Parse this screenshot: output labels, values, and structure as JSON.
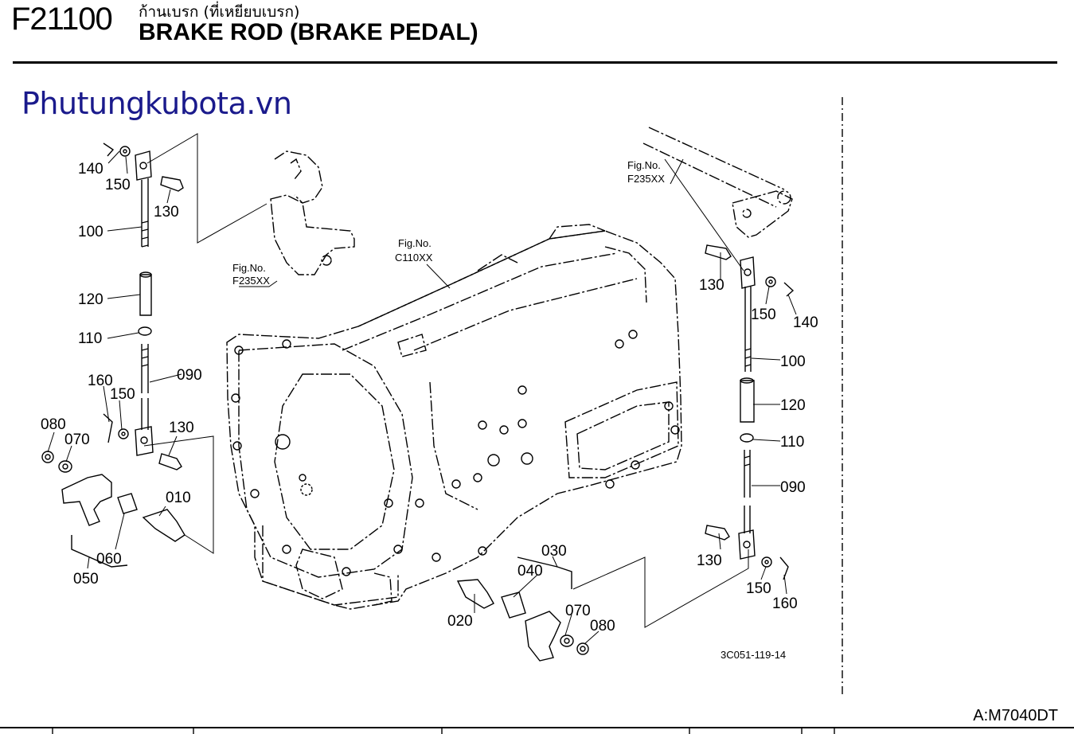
{
  "header": {
    "code": "F21100",
    "thai_title": "ก้านเบรก (ที่เหยียบเบรก)",
    "title": "BRAKE ROD (BRAKE PEDAL)"
  },
  "watermark": "Phutungkubota.vn",
  "model": "A:M7040DT",
  "drawing_number": "3C051-119-14",
  "figure_refs": {
    "fig_label": "Fig.No.",
    "f235": "F235XX",
    "c110": "C110XX"
  },
  "part_labels": {
    "l140": "140",
    "l150": "150",
    "l130": "130",
    "l100": "100",
    "l120": "120",
    "l110": "110",
    "l090": "090",
    "l160": "160",
    "l080": "080",
    "l070": "070",
    "l010": "010",
    "l060": "060",
    "l050": "050",
    "l030": "030",
    "l040": "040",
    "l020": "020"
  }
}
